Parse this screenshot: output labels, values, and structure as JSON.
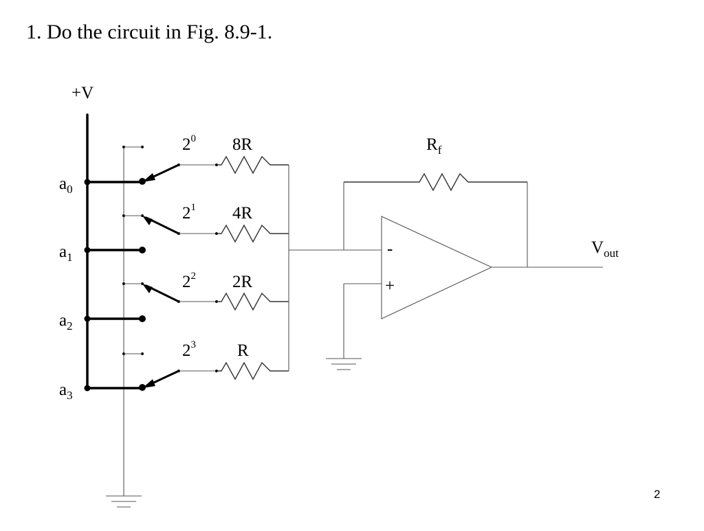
{
  "slide": {
    "title": "1. Do the circuit in Fig. 8.9-1.",
    "page_number": "2"
  },
  "circuit": {
    "supply_label": "+V",
    "switches": [
      {
        "input_label": "a",
        "input_sub": "0",
        "weight_base": "2",
        "weight_exp": "0",
        "resistor": "8R",
        "position": "connected-to-V"
      },
      {
        "input_label": "a",
        "input_sub": "1",
        "weight_base": "2",
        "weight_exp": "1",
        "resistor": "4R",
        "position": "ground"
      },
      {
        "input_label": "a",
        "input_sub": "2",
        "weight_base": "2",
        "weight_exp": "2",
        "resistor": "2R",
        "position": "ground"
      },
      {
        "input_label": "a",
        "input_sub": "3",
        "weight_base": "2",
        "weight_exp": "3",
        "resistor": "R",
        "position": "connected-to-V"
      }
    ],
    "feedback": {
      "label": "R",
      "sub": "f"
    },
    "opamp": {
      "inverting": "-",
      "non_inverting": "+"
    },
    "output": {
      "label": "V",
      "sub": "out"
    }
  }
}
